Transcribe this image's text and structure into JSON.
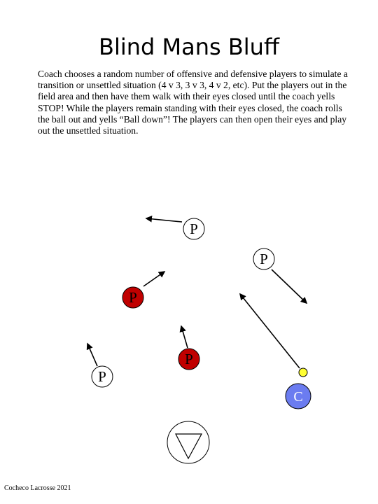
{
  "title": "Blind Mans Bluff",
  "description": "Coach chooses a random number of offensive and defensive players to simulate a transition or unsettled situation (4 v 3, 3 v 3, 4 v 2, etc). Put the players out in the field area and then have them walk with their eyes closed until the coach yells STOP! While the players remain standing with their eyes closed, the coach rolls the ball out and yells “Ball down”! The players can then open their eyes and play out the unsettled situation.",
  "footer": "Cocheco Lacrosse 2021",
  "colors": {
    "offense_fill": "#ffffff",
    "defense_fill": "#c00000",
    "coach_fill": "#6b7cf0",
    "ball_fill": "#ffff33",
    "outline": "#000000"
  },
  "players": [
    {
      "label": "P",
      "team": "offense"
    },
    {
      "label": "P",
      "team": "offense"
    },
    {
      "label": "P",
      "team": "defense"
    },
    {
      "label": "P",
      "team": "defense"
    },
    {
      "label": "P",
      "team": "offense"
    }
  ],
  "coach": {
    "label": "C"
  },
  "ball": {
    "icon": "ball-icon"
  },
  "goal": {
    "icon": "goal-triangle-icon"
  }
}
